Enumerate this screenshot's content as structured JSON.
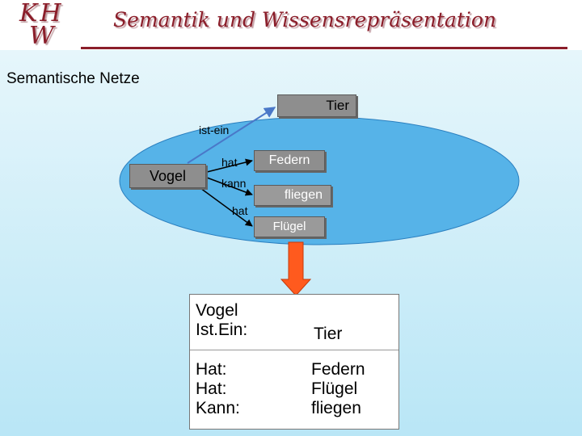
{
  "header": {
    "logo_line1": "KH",
    "logo_line2": "W",
    "title": "Semantik und Wissensrepräsentation",
    "accent_color": "#8b1e2a"
  },
  "slide": {
    "title": "Semantische Netze"
  },
  "diagram": {
    "nodes": {
      "tier": "Tier",
      "vogel": "Vogel",
      "federn": "Federn",
      "fliegen": "fliegen",
      "fluegel": "Flügel"
    },
    "edges": {
      "ist_ein": "ist-ein",
      "hat_1": "hat",
      "kann": "kann",
      "hat_2": "hat"
    },
    "ellipse_color": "#56b3e8",
    "node_color": "#8e8e8e",
    "arrow_color": "#ff5a1e"
  },
  "frame": {
    "subject": "Vogel",
    "rows": [
      {
        "slot": "Ist.Ein:",
        "value": "Tier"
      },
      {
        "slot": "Hat:",
        "value": "Federn"
      },
      {
        "slot": "Hat:",
        "value": "Flügel"
      },
      {
        "slot": "Kann:",
        "value": "fliegen"
      }
    ]
  }
}
